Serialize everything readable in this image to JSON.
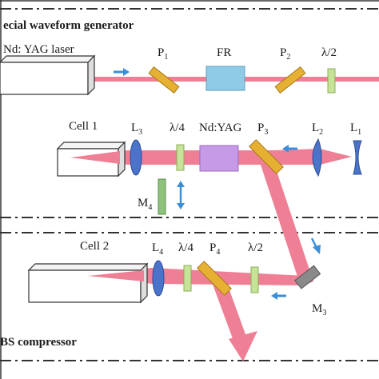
{
  "sections": {
    "top_title": "ecial waveform generator",
    "bottom_title": "BS compressor"
  },
  "labels": {
    "laser": "Nd: YAG laser",
    "p1": "P",
    "p1_sub": "1",
    "fr": "FR",
    "p2": "P",
    "p2_sub": "2",
    "half_wave_1": "λ/2",
    "cell1": "Cell 1",
    "l3": "L",
    "l3_sub": "3",
    "quarter_wave_1": "λ/4",
    "ndyag": "Nd:YAG",
    "p3": "P",
    "p3_sub": "3",
    "l2": "L",
    "l2_sub": "2",
    "l1": "L",
    "l1_sub": "1",
    "m4": "M",
    "m4_sub": "4",
    "cell2": "Cell 2",
    "l4": "L",
    "l4_sub": "4",
    "quarter_wave_2": "λ/4",
    "p4": "P",
    "p4_sub": "4",
    "half_wave_2": "λ/2",
    "m3": "M",
    "m3_sub": "3"
  },
  "colors": {
    "beam": "#ef7f94",
    "polarizer": "#e6b133",
    "fr": "#8fcbe6",
    "waveplate": "#c7e39a",
    "lens": "#4a73c9",
    "gain": "#c79ae8",
    "mirror_m4": "#8cc27a",
    "mirror_m3": "#8a8a8a",
    "arrow": "#3b8fd9",
    "divider": "#333333"
  }
}
